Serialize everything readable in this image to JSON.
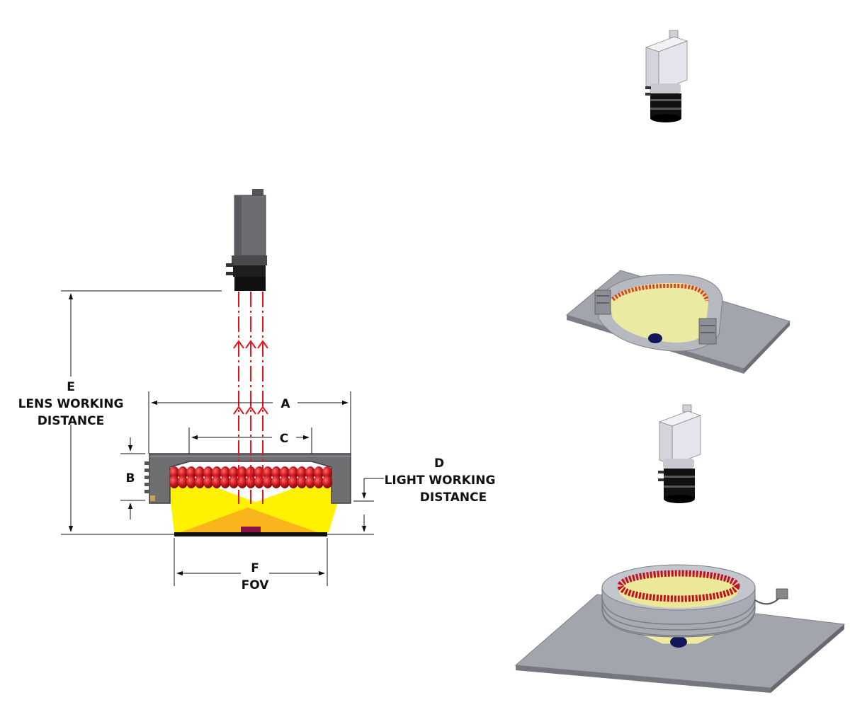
{
  "labels": {
    "a": "A",
    "b": "B",
    "c": "C",
    "d_letter": "D",
    "d_line1": "LIGHT WORKING",
    "d_line2": "DISTANCE",
    "e_letter": "E",
    "e_line1": "LENS WORKING",
    "e_line2": "DISTANCE",
    "f_letter": "F",
    "f_line2": "FOV"
  },
  "colors": {
    "led_red": "#c4121a",
    "light_yellow": "#fff200",
    "overlap_orange": "#f9b51b",
    "ray_red": "#e8141c",
    "target_purple": "#8b1146",
    "housing_gray": "#6f6f72",
    "plate_gray": "#a3a5ad"
  }
}
